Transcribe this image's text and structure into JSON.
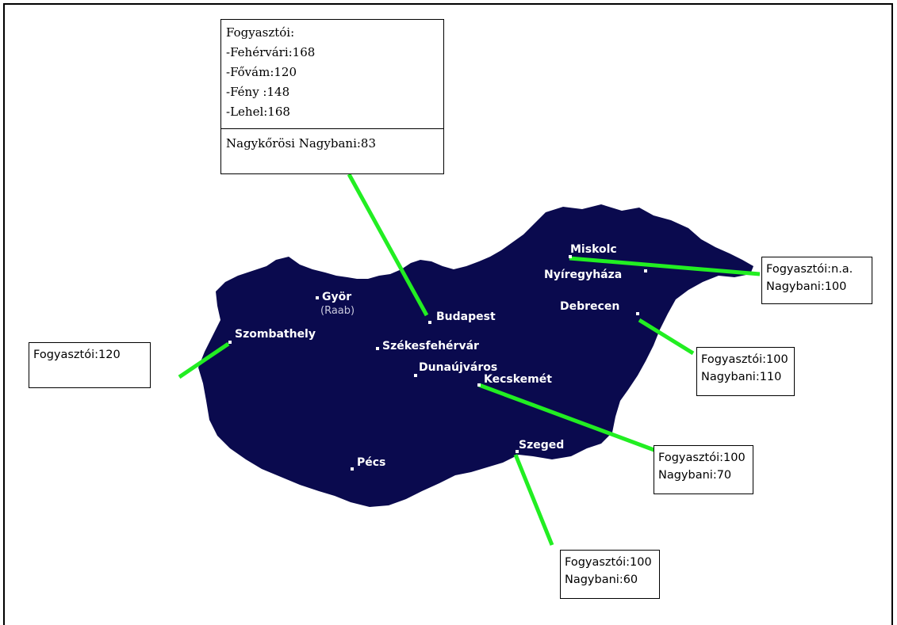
{
  "title": "j... ...agy... (..., ...)",
  "colors": {
    "map_fill": "#0a0a4e",
    "leader": "#22ee22",
    "labels": "#ffffff"
  },
  "cities": {
    "miskolc": "Miskolc",
    "nyiregyhaza": "Nyíregyháza",
    "debrecen": "Debrecen",
    "budapest": "Budapest",
    "gyor": "Györ",
    "gyor_sub": "(Raab)",
    "szombathely": "Szombathely",
    "szekesfehervar": "Székesfehérvár",
    "dunaujvaros": "Dunaújváros",
    "kecskemet": "Kecskemét",
    "szeged": "Szeged",
    "pecs": "Pécs"
  },
  "callouts": {
    "budapest": {
      "header": "Fogyasztói:",
      "items": [
        "-Fehérvári:168",
        "-Fővám:120",
        "-Fény :148",
        "-Lehel:168"
      ],
      "footer": "Nagykőrösi Nagybani:83"
    },
    "miskolc": {
      "line1": "Fogyasztói:n.a.",
      "line2": "Nagybani:100"
    },
    "debrecen": {
      "line1": "Fogyasztói:100",
      "line2": "Nagybani:110"
    },
    "kecskemet": {
      "line1": "Fogyasztói:100",
      "line2": "Nagybani:70"
    },
    "szeged": {
      "line1": "Fogyasztói:100",
      "line2": "Nagybani:60"
    },
    "szombathely": {
      "line1": "Fogyasztói:120"
    }
  }
}
